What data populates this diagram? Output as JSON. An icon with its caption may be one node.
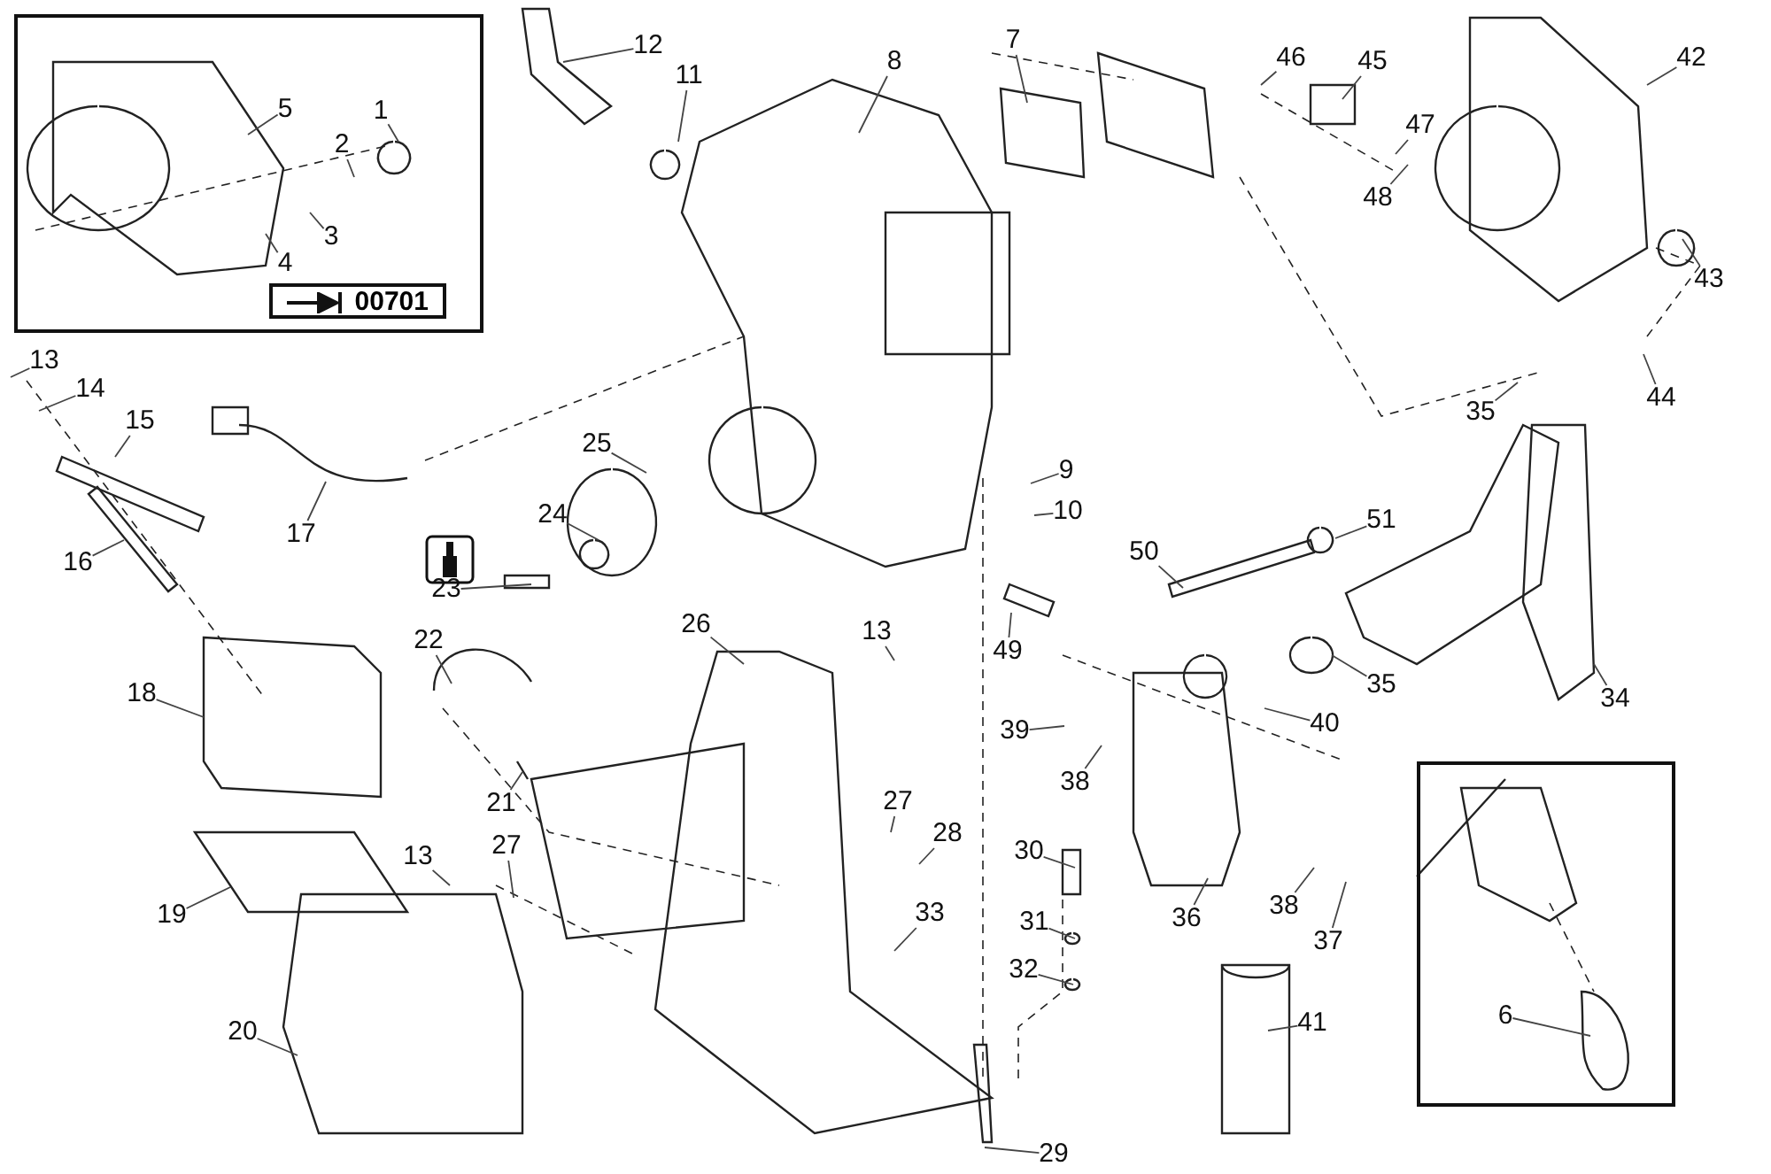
{
  "diagram": {
    "nodes": [
      {
        "text": [],
        "shape": "box"
      },
      {
        "text": [
          "00701"
        ],
        "in": 0
      },
      {
        "text": [
          "1"
        ],
        "in": 0
      },
      {
        "text": [
          "2"
        ],
        "in": 0
      },
      {
        "text": [
          "3"
        ],
        "in": 0
      },
      {
        "text": [
          "4"
        ],
        "in": 0
      },
      {
        "text": [
          "5"
        ],
        "in": 0
      },
      {
        "text": [
          "12"
        ]
      },
      {
        "text": [
          "11"
        ]
      },
      {
        "text": [
          "8"
        ]
      },
      {
        "text": [
          "7"
        ]
      },
      {
        "text": [
          "46"
        ]
      },
      {
        "text": [
          "45"
        ]
      },
      {
        "text": [
          "42"
        ]
      },
      {
        "text": [
          "47"
        ]
      },
      {
        "text": [
          "48"
        ]
      },
      {
        "text": [
          "43"
        ]
      },
      {
        "text": [
          "13"
        ]
      },
      {
        "text": [
          "14"
        ]
      },
      {
        "text": [
          "15"
        ]
      },
      {
        "text": [
          "44"
        ]
      },
      {
        "text": [
          "35"
        ]
      },
      {
        "text": [
          "25"
        ]
      },
      {
        "text": [
          "9"
        ]
      },
      {
        "text": [
          "10"
        ]
      },
      {
        "text": [
          "24"
        ]
      },
      {
        "text": [
          "17"
        ]
      },
      {
        "text": [
          "16"
        ]
      },
      {
        "text": [
          "51"
        ]
      },
      {
        "text": [
          "50"
        ]
      },
      {
        "text": [
          "23"
        ]
      },
      {
        "text": [
          "26"
        ]
      },
      {
        "text": [
          "13"
        ]
      },
      {
        "text": [
          "22"
        ]
      },
      {
        "text": [
          "49"
        ]
      },
      {
        "text": [
          "35"
        ]
      },
      {
        "text": [
          "18"
        ]
      },
      {
        "text": [
          "34"
        ]
      },
      {
        "text": [
          "39"
        ]
      },
      {
        "text": [
          "40"
        ]
      },
      {
        "text": [
          "38"
        ]
      },
      {
        "text": [
          "21"
        ]
      },
      {
        "text": [
          "27"
        ]
      },
      {
        "text": [
          "28"
        ]
      },
      {
        "text": [
          "13"
        ]
      },
      {
        "text": [
          "27"
        ]
      },
      {
        "text": [
          "30"
        ]
      },
      {
        "text": [
          "38"
        ]
      },
      {
        "text": [
          "33"
        ]
      },
      {
        "text": [
          "36"
        ]
      },
      {
        "text": [
          "19"
        ]
      },
      {
        "text": [
          "31"
        ]
      },
      {
        "text": [
          "37"
        ]
      },
      {
        "text": [
          "32"
        ]
      },
      {
        "text": [],
        "shape": "box"
      },
      {
        "text": [
          "6"
        ],
        "in": 54
      },
      {
        "text": [
          "41"
        ]
      },
      {
        "text": [
          "20"
        ]
      },
      {
        "text": [
          "29"
        ]
      }
    ],
    "edges": [
      {
        "from": 2,
        "to": null,
        "arrow": "none"
      },
      {
        "from": 3,
        "to": null,
        "arrow": "none"
      },
      {
        "from": 4,
        "to": null,
        "arrow": "none"
      },
      {
        "from": 5,
        "to": null,
        "arrow": "none"
      },
      {
        "from": 6,
        "to": null,
        "arrow": "none"
      },
      {
        "from": 7,
        "to": null,
        "arrow": "none"
      },
      {
        "from": 8,
        "to": null,
        "arrow": "none"
      },
      {
        "from": 9,
        "to": null,
        "arrow": "none"
      },
      {
        "from": 10,
        "to": null,
        "arrow": "none"
      },
      {
        "from": 11,
        "to": null,
        "arrow": "none"
      },
      {
        "from": 12,
        "to": null,
        "arrow": "none"
      },
      {
        "from": 13,
        "to": null,
        "arrow": "none"
      },
      {
        "from": 14,
        "to": null,
        "arrow": "none"
      },
      {
        "from": 15,
        "to": null,
        "arrow": "none"
      },
      {
        "from": 16,
        "to": null,
        "arrow": "none"
      },
      {
        "from": 17,
        "to": null,
        "arrow": "none"
      },
      {
        "from": 18,
        "to": null,
        "arrow": "none"
      },
      {
        "from": 19,
        "to": null,
        "arrow": "none"
      },
      {
        "from": 20,
        "to": null,
        "arrow": "none"
      },
      {
        "from": 21,
        "to": null,
        "arrow": "none"
      },
      {
        "from": 22,
        "to": null,
        "arrow": "none"
      },
      {
        "from": 23,
        "to": null,
        "arrow": "none"
      },
      {
        "from": 24,
        "to": null,
        "arrow": "none"
      },
      {
        "from": 25,
        "to": null,
        "arrow": "none"
      },
      {
        "from": 26,
        "to": null,
        "arrow": "none"
      },
      {
        "from": 27,
        "to": null,
        "arrow": "none"
      },
      {
        "from": 28,
        "to": null,
        "arrow": "none"
      },
      {
        "from": 29,
        "to": null,
        "arrow": "none"
      },
      {
        "from": 30,
        "to": null,
        "arrow": "none"
      },
      {
        "from": 31,
        "to": null,
        "arrow": "none"
      },
      {
        "from": 32,
        "to": null,
        "arrow": "none"
      },
      {
        "from": 33,
        "to": null,
        "arrow": "none"
      },
      {
        "from": 34,
        "to": null,
        "arrow": "none"
      },
      {
        "from": 35,
        "to": null,
        "arrow": "none"
      },
      {
        "from": 36,
        "to": null,
        "arrow": "none"
      },
      {
        "from": 37,
        "to": null,
        "arrow": "none"
      },
      {
        "from": 38,
        "to": null,
        "arrow": "none"
      },
      {
        "from": 39,
        "to": null,
        "arrow": "none"
      },
      {
        "from": 40,
        "to": null,
        "arrow": "none"
      },
      {
        "from": 41,
        "to": null,
        "arrow": "none"
      },
      {
        "from": 42,
        "to": null,
        "arrow": "none"
      },
      {
        "from": 43,
        "to": null,
        "arrow": "none"
      },
      {
        "from": 44,
        "to": null,
        "arrow": "none"
      },
      {
        "from": 45,
        "to": null,
        "arrow": "none"
      },
      {
        "from": 46,
        "to": null,
        "arrow": "none"
      },
      {
        "from": 47,
        "to": null,
        "arrow": "none"
      },
      {
        "from": 48,
        "to": null,
        "arrow": "none"
      },
      {
        "from": 49,
        "to": null,
        "arrow": "none"
      },
      {
        "from": 50,
        "to": null,
        "arrow": "none"
      },
      {
        "from": 51,
        "to": null,
        "arrow": "none"
      },
      {
        "from": 52,
        "to": null,
        "arrow": "none"
      },
      {
        "from": 53,
        "to": null,
        "arrow": "none"
      },
      {
        "from": 55,
        "to": null,
        "arrow": "none"
      },
      {
        "from": 56,
        "to": null,
        "arrow": "none"
      },
      {
        "from": 57,
        "to": null,
        "arrow": "none"
      },
      {
        "from": 58,
        "to": null,
        "arrow": "none"
      }
    ]
  }
}
